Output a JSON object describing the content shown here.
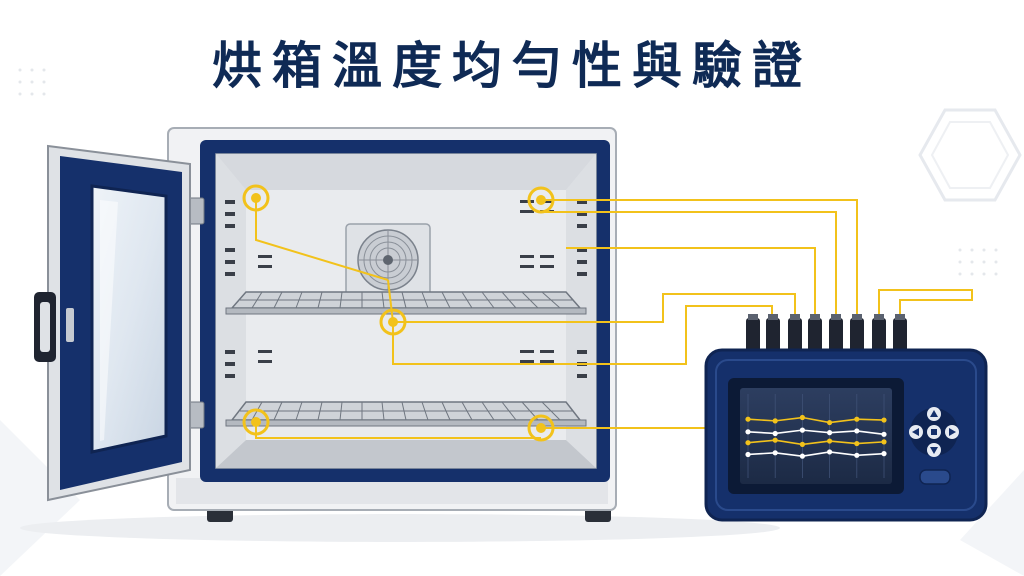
{
  "title": "烘箱溫度均勻性與驗證",
  "colors": {
    "navy": "#15306b",
    "navy_dark": "#0f2452",
    "cable": "#f2c21b",
    "sensor": "#f2c21b",
    "steel": "#d9dde3",
    "background": "#ffffff"
  },
  "icons": [
    "fan-icon",
    "hinge-icon",
    "door-handle-icon",
    "sensor-icon",
    "connector-icon",
    "dpad-icon",
    "hexagon-decor-icon"
  ],
  "logger_chart": {
    "series": [
      {
        "color": "#f2c21b",
        "values": [
          0.3,
          0.32,
          0.28,
          0.34,
          0.3,
          0.31
        ]
      },
      {
        "color": "#ffffff",
        "values": [
          0.45,
          0.47,
          0.43,
          0.46,
          0.44,
          0.48
        ]
      },
      {
        "color": "#f2c21b",
        "values": [
          0.58,
          0.55,
          0.6,
          0.56,
          0.59,
          0.57
        ]
      },
      {
        "color": "#ffffff",
        "values": [
          0.72,
          0.7,
          0.74,
          0.69,
          0.73,
          0.71
        ]
      }
    ]
  }
}
